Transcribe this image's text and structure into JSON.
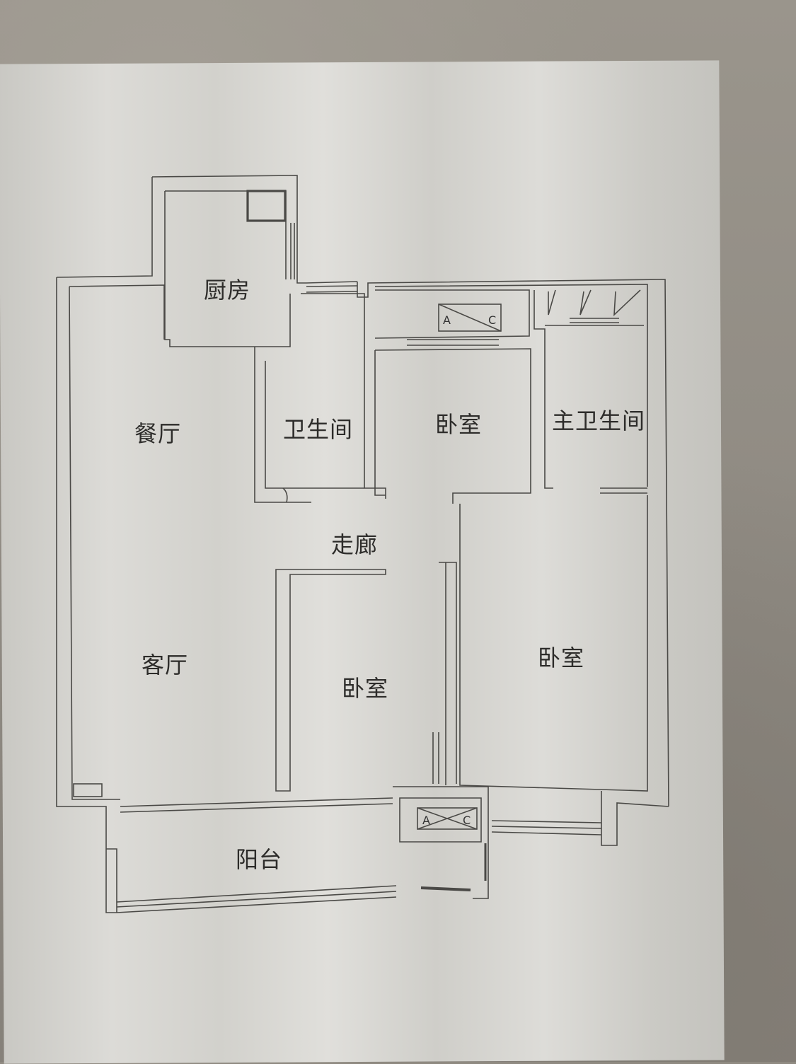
{
  "floor_plan": {
    "rooms": [
      {
        "id": "kitchen",
        "label": "厨房"
      },
      {
        "id": "dining",
        "label": "餐厅"
      },
      {
        "id": "bathroom",
        "label": "卫生间"
      },
      {
        "id": "bedroom_north",
        "label": "卧室"
      },
      {
        "id": "master_bathroom",
        "label": "主卫生间"
      },
      {
        "id": "corridor",
        "label": "走廊"
      },
      {
        "id": "living",
        "label": "客厅"
      },
      {
        "id": "bedroom_south",
        "label": "卧室"
      },
      {
        "id": "bedroom_master",
        "label": "卧室"
      },
      {
        "id": "balcony",
        "label": "阳台"
      }
    ],
    "ac_units": [
      {
        "id": "ac_north",
        "left": "A",
        "right": "C"
      },
      {
        "id": "ac_south",
        "left": "A",
        "right": "C"
      }
    ],
    "colors": {
      "line": "#4a4946",
      "paper": "#d8d7d3",
      "background": "#8f8a81"
    }
  }
}
